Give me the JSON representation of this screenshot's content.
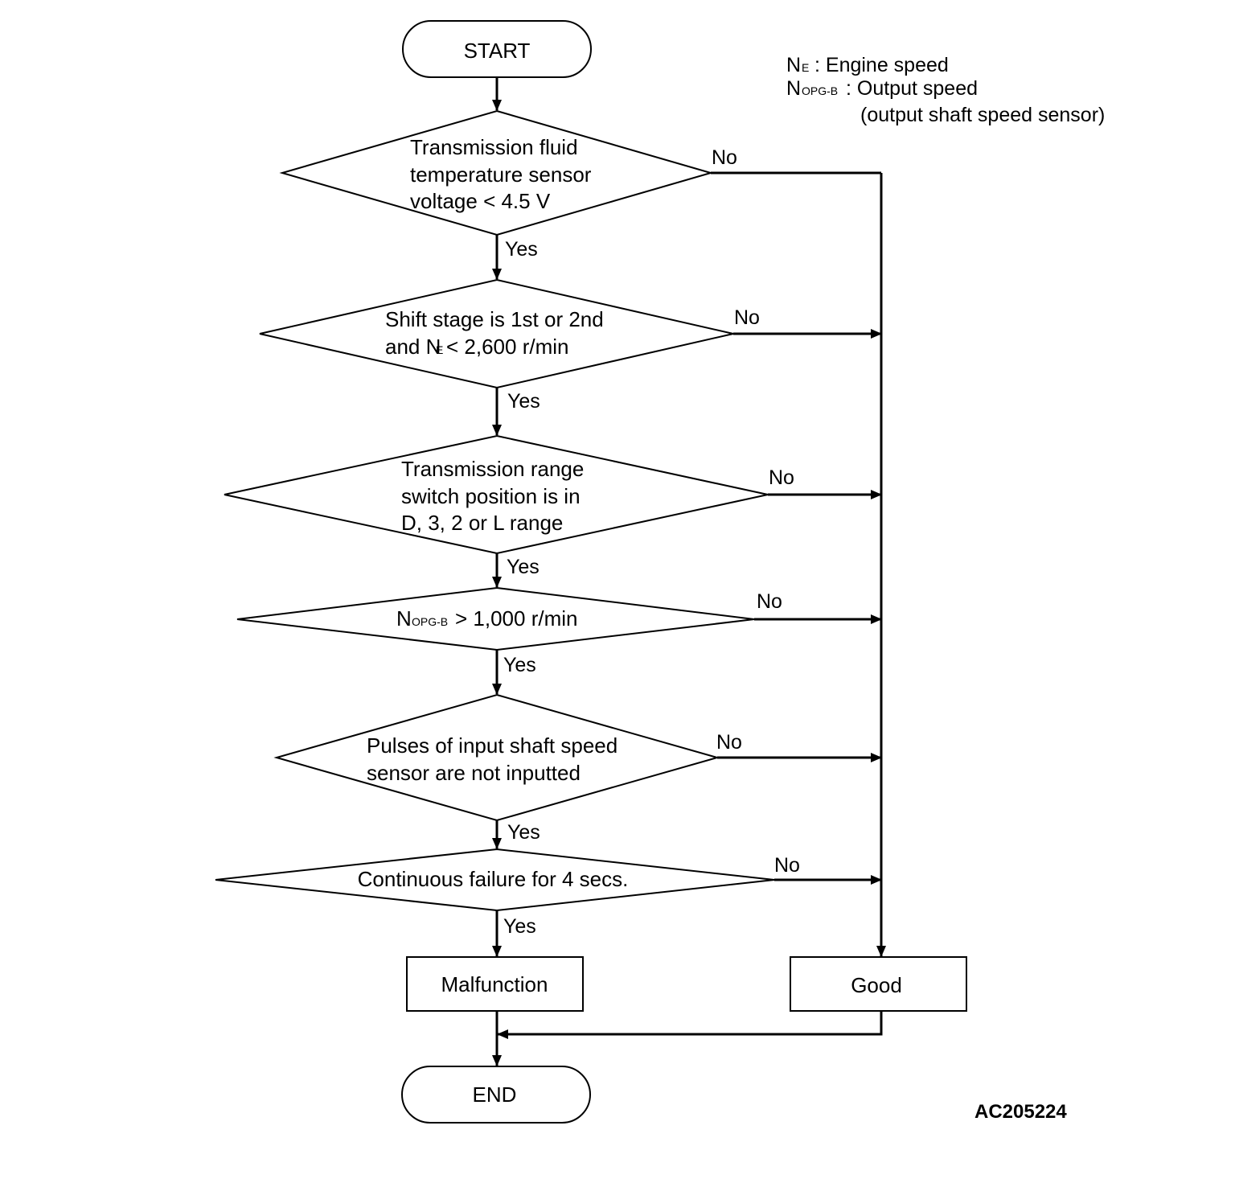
{
  "legend": {
    "ne_symbol": "N",
    "ne_sub": "E",
    "ne_desc": ": Engine speed",
    "nopg_symbol": "N",
    "nopg_sub": "OPG-B",
    "nopg_desc": ": Output speed",
    "nopg_desc2": "(output shaft speed sensor)"
  },
  "flow": {
    "start": "START",
    "end": "END",
    "yes": "Yes",
    "no": "No",
    "decision1": [
      "Transmission fluid",
      "temperature sensor",
      "voltage < 4.5 V"
    ],
    "decision2_line1": "Shift stage is 1st or 2nd",
    "decision2_line2_pre": "and N",
    "decision2_line2_sub": "E",
    "decision2_line2_post": " < 2,600 r/min",
    "decision3": [
      "Transmission range",
      "switch position is in",
      "D, 3, 2 or L range"
    ],
    "decision4_pre": "N",
    "decision4_sub": "OPG-B",
    "decision4_post": " > 1,000 r/min",
    "decision5": [
      "Pulses of input shaft speed",
      "sensor are not inputted"
    ],
    "decision6": "Continuous failure for 4 secs.",
    "malfunction": "Malfunction",
    "good": "Good"
  },
  "figure_code": "AC205224"
}
